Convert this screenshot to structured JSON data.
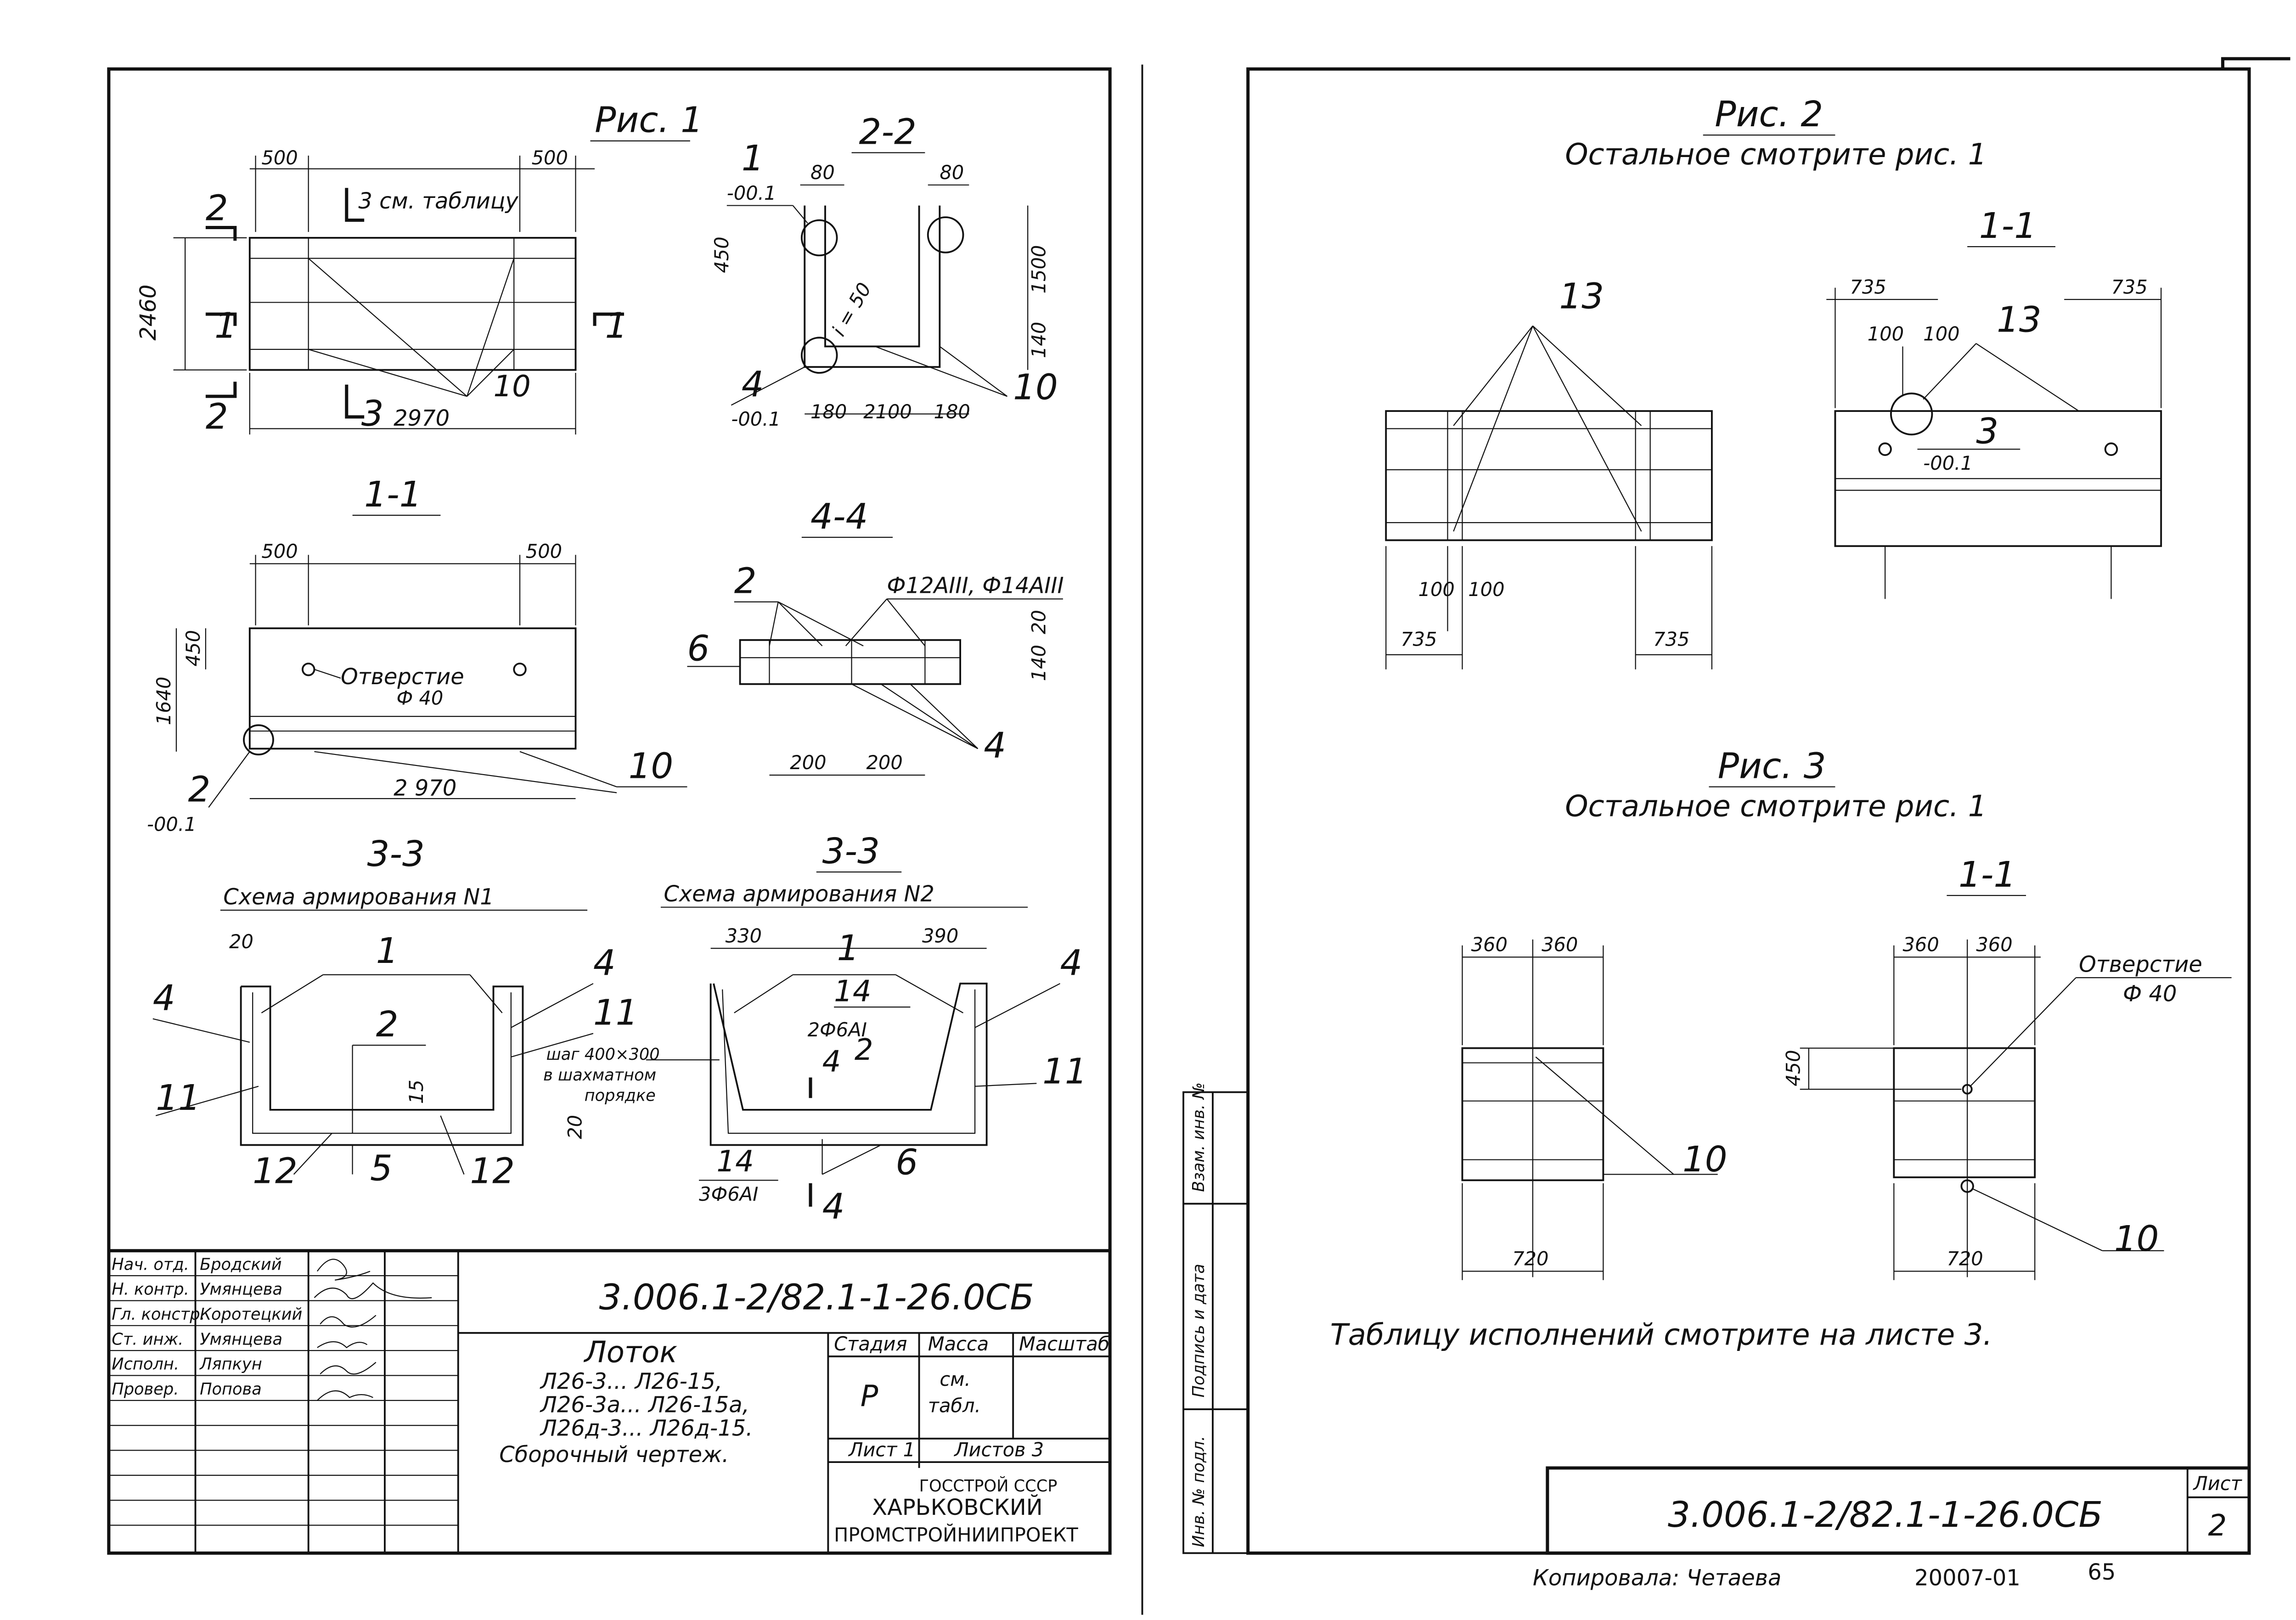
{
  "left_sheet": {
    "fig1": {
      "title": "Рис. 1",
      "plan_dims": {
        "a": "500",
        "b": "500",
        "h": "2460",
        "len": "2970"
      },
      "section_marks": {
        "s2": "2",
        "s1": "1",
        "s3": "3",
        "ref": "3 см. таблицу"
      },
      "callout_10": "10",
      "s22_title": "2-2",
      "s22": {
        "p1": "1",
        "p1_level": "-00.1",
        "p4": "4",
        "p4_level": "-00.1",
        "d80a": "80",
        "d80b": "80",
        "d450": "450",
        "d1500": "1500",
        "d140": "140",
        "d180a": "180",
        "d2100": "2100",
        "d180b": "180",
        "slope": "i = 50",
        "callout": "10"
      },
      "s11_title": "1-1",
      "s11": {
        "d500a": "500",
        "d500b": "500",
        "d450": "450",
        "d1640": "1640",
        "d2970": "2 970",
        "hole_label": "Отверстие",
        "hole_dia": "Ф 40",
        "p2": "2",
        "p2_level": "-00.1",
        "callout": "10"
      },
      "s44_title": "4-4",
      "s44": {
        "rebar": "Ф12АIII, Ф14АIII",
        "p2": "2",
        "p6": "6",
        "p4": "4",
        "d20": "20",
        "d140": "140",
        "d200a": "200",
        "d200b": "200"
      },
      "s33a_title": "3-3",
      "s33a_sub": "Схема армирования N1",
      "s33a": {
        "d20": "20",
        "p1": "1",
        "p4": "4",
        "p2": "2",
        "p11a": "11",
        "p11b": "11",
        "p12a": "12",
        "p12b": "12",
        "p5": "5",
        "d15": "15",
        "d20b": "20"
      },
      "s33b_title": "3-3",
      "s33b_sub": "Схема армирования N2",
      "s33b": {
        "d330": "330",
        "d390": "390",
        "p1": "1",
        "p14": "14",
        "p4": "4",
        "rebar1": "2Ф6АI",
        "p2": "2",
        "p11": "11",
        "step": "шаг 400×300",
        "step2": "в шахматном",
        "step3": "порядке",
        "p14b": "14",
        "rebar2": "3Ф6АI",
        "p6": "6",
        "cut": "4"
      }
    },
    "stamp": {
      "roles": [
        "Нач. отд.",
        "Н. контр.",
        "Гл. констр.",
        "Ст. инж.",
        "Исполн.",
        "Провер."
      ],
      "names": [
        "Бродский",
        "Умянцева",
        "Коротецкий",
        "Умянцева",
        "Ляпкун",
        "Попова"
      ],
      "code": "3.006.1-2/82.1-1-26.0СБ",
      "product": "Лоток",
      "desc1": "Л26-3... Л26-15,",
      "desc2": "Л26-3а... Л26-15а,",
      "desc3": "Л26д-3... Л26д-15.",
      "desc4": "Сборочный чертеж.",
      "h_stage": "Стадия",
      "h_mass": "Масса",
      "h_scale": "Масштаб",
      "stage": "Р",
      "mass1": "см.",
      "mass2": "табл.",
      "sheet": "Лист 1",
      "sheets": "Листов 3",
      "org1": "ГОССТРОЙ СССР",
      "org2": "ХАРЬКОВСКИЙ",
      "org3": "ПРОМСТРОЙНИИПРОЕКТ"
    }
  },
  "right_sheet": {
    "fig2_title": "Рис. 2",
    "fig2_note": "Остальное смотрите рис. 1",
    "fig2_s11": "1-1",
    "fig2": {
      "p13a": "13",
      "p13b": "13",
      "d735a": "735",
      "d735b": "735",
      "d735c": "735",
      "d735d": "735",
      "d100a": "100",
      "d100b": "100",
      "d100c": "100",
      "d100d": "100",
      "p3": "3",
      "p3_level": "-00.1"
    },
    "fig3_title": "Рис. 3",
    "fig3_note": "Остальное смотрите рис. 1",
    "fig3_s11": "1-1",
    "fig3": {
      "d360a": "360",
      "d360b": "360",
      "d360c": "360",
      "d360d": "360",
      "d720a": "720",
      "d720b": "720",
      "d450": "450",
      "hole": "Отверстие",
      "hole_dia": "Ф 40",
      "p10a": "10",
      "p10b": "10"
    },
    "table_note": "Таблицу исполнений смотрите на листе 3.",
    "side": [
      "Инв. № подл.",
      "Подпись и дата",
      "Взам. инв. №"
    ],
    "code": "3.006.1-2/82.1-1-26.0СБ",
    "sheet_label": "Лист",
    "sheet_no": "2",
    "copied": "Копировала: Четаева",
    "num": "20007-01",
    "page": "65"
  }
}
